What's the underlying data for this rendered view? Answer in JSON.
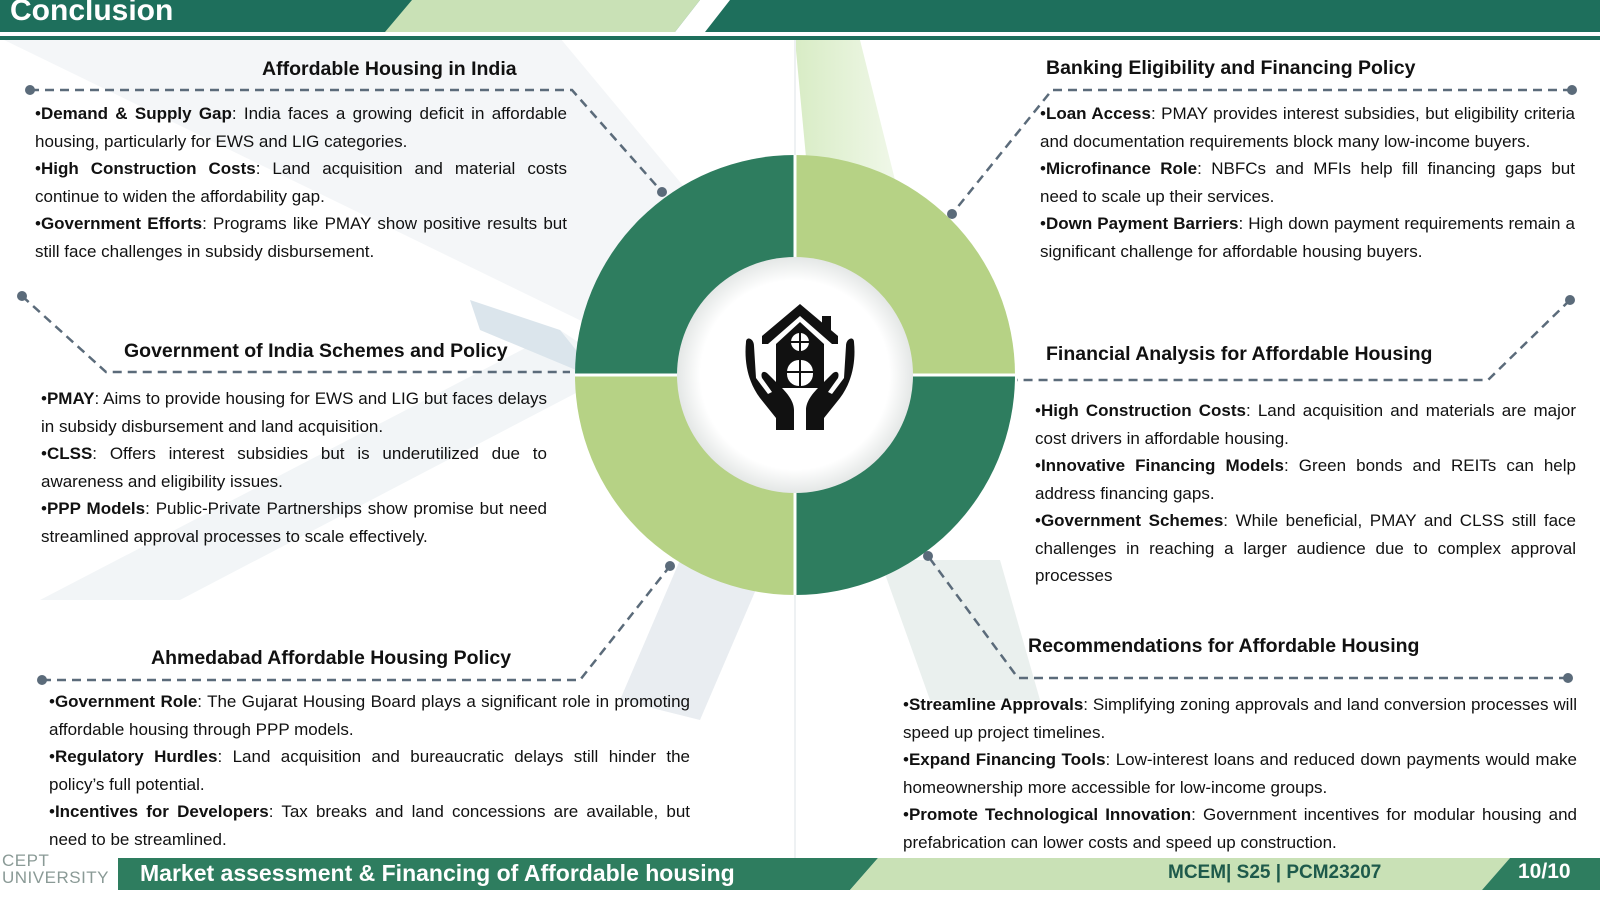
{
  "header": {
    "title": "Conclusion"
  },
  "colors": {
    "dark_green": "#2e7d5f",
    "light_green": "#b6d285",
    "header_green": "#1e6f5c",
    "dash_gray": "#5b6b7a"
  },
  "center_icon": "house-in-hands-icon",
  "sections": {
    "affordable_housing": {
      "title": "Affordable Housing in India",
      "bullets": [
        {
          "label": "Demand & Supply Gap",
          "text": ": India faces a growing deficit in affordable housing, particularly for EWS and LIG categories."
        },
        {
          "label": "High Construction Costs",
          "text": ": Land acquisition and material costs continue to widen the affordability gap."
        },
        {
          "label": "Government Efforts",
          "text": ": Programs like PMAY show positive results but still face challenges in subsidy disbursement."
        }
      ]
    },
    "govt_schemes": {
      "title": "Government of India Schemes and Policy",
      "bullets": [
        {
          "label": "PMAY",
          "text": ": Aims to provide housing for EWS and LIG but faces delays in subsidy disbursement and land acquisition."
        },
        {
          "label": "CLSS",
          "text": ": Offers interest subsidies but is underutilized due to awareness and eligibility issues."
        },
        {
          "label": "PPP Models",
          "text": ": Public-Private Partnerships show promise but need streamlined approval processes to scale effectively."
        }
      ]
    },
    "ahmedabad": {
      "title": "Ahmedabad Affordable Housing Policy",
      "bullets": [
        {
          "label": "Government Role",
          "text": ": The Gujarat Housing Board plays a significant role in promoting affordable housing through PPP models."
        },
        {
          "label": "Regulatory Hurdles",
          "text": ": Land acquisition and bureaucratic delays still hinder the policy’s full potential."
        },
        {
          "label": "Incentives for Developers",
          "text": ": Tax breaks and land concessions are available, but need to be streamlined."
        }
      ]
    },
    "banking": {
      "title": "Banking Eligibility and Financing Policy",
      "bullets": [
        {
          "label": "Loan Access",
          "text": ": PMAY provides interest subsidies, but eligibility criteria and documentation requirements block many low-income buyers."
        },
        {
          "label": "Microfinance Role",
          "text": ": NBFCs and MFIs help fill financing gaps but need to scale up their services."
        },
        {
          "label": "Down Payment Barriers",
          "text": ": High down payment requirements remain a significant challenge for affordable housing buyers."
        }
      ]
    },
    "financial_analysis": {
      "title": "Financial Analysis for Affordable Housing",
      "bullets": [
        {
          "label": "High Construction Costs",
          "text": ": Land acquisition and materials are major cost drivers in affordable housing."
        },
        {
          "label": "Innovative Financing Models",
          "text": ": Green bonds and REITs can help address financing gaps."
        },
        {
          "label": "Government Schemes",
          "text": ": While beneficial, PMAY and CLSS still face challenges in reaching a larger audience due to complex approval processes"
        }
      ]
    },
    "recommendations": {
      "title": "Recommendations for Affordable Housing",
      "bullets": [
        {
          "label": "Streamline Approvals",
          "text": ": Simplifying zoning approvals and land conversion processes will speed up project timelines."
        },
        {
          "label": "Expand Financing Tools",
          "text": ": Low-interest loans and reduced down payments would make homeownership more accessible for low-income groups."
        },
        {
          "label": "Promote Technological Innovation",
          "text": ": Government incentives for modular housing and prefabrication can lower costs and speed up construction."
        }
      ]
    }
  },
  "footer": {
    "logo_line1": "CEPT",
    "logo_line2": "UNIVERSITY",
    "title": "Market assessment & Financing of Affordable housing",
    "course_code": "MCEM| S25 | PCM23207",
    "page": "10/10"
  }
}
